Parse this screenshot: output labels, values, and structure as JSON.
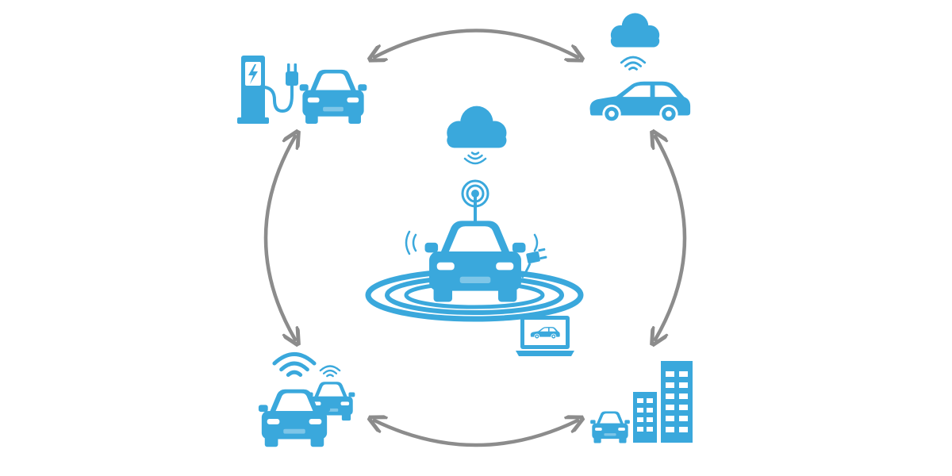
{
  "colors": {
    "icon": "#3aa8dc",
    "arrow": "#8c8c8c",
    "background": "#ffffff"
  },
  "nodes": [
    {
      "name": "charging-station-node",
      "icons": [
        "charging-station-icon",
        "plug-icon",
        "car-front-icon"
      ]
    },
    {
      "name": "cloud-connected-car-node",
      "icons": [
        "cloud-icon",
        "wifi-icon",
        "car-side-icon"
      ]
    },
    {
      "name": "connected-car-center-node",
      "icons": [
        "cloud-icon",
        "signal-waves-icon",
        "antenna-icon",
        "car-front-icon",
        "plug-icon",
        "ripple-rings-icon",
        "laptop-icon"
      ]
    },
    {
      "name": "vehicle-to-vehicle-node",
      "icons": [
        "wifi-icon",
        "car-front-icon",
        "car-front-icon"
      ]
    },
    {
      "name": "vehicle-to-infrastructure-node",
      "icons": [
        "car-front-icon",
        "building-icon"
      ]
    }
  ],
  "links": [
    {
      "from": "charging-station-node",
      "to": "cloud-connected-car-node",
      "direction": "both"
    },
    {
      "from": "cloud-connected-car-node",
      "to": "vehicle-to-infrastructure-node",
      "direction": "both"
    },
    {
      "from": "vehicle-to-infrastructure-node",
      "to": "vehicle-to-vehicle-node",
      "direction": "both"
    },
    {
      "from": "vehicle-to-vehicle-node",
      "to": "charging-station-node",
      "direction": "both"
    }
  ]
}
